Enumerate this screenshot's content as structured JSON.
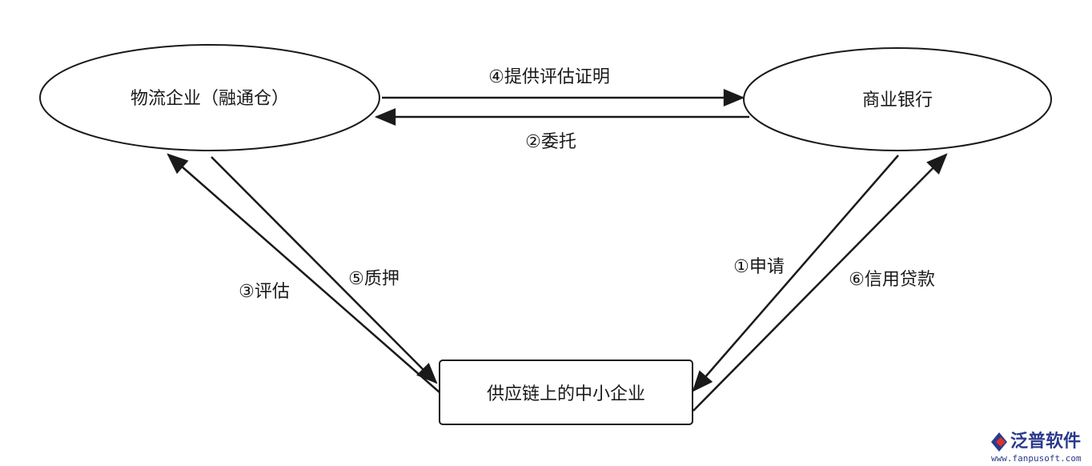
{
  "nodes": {
    "logistics": {
      "label": "物流企业（融通仓）"
    },
    "bank": {
      "label": "商业银行"
    },
    "sme": {
      "label": "供应链上的中小企业"
    }
  },
  "edges": {
    "provide_proof": {
      "label": "④提供评估证明"
    },
    "entrust": {
      "label": "②委托"
    },
    "evaluate": {
      "label": "③评估"
    },
    "pledge": {
      "label": "⑤质押"
    },
    "apply": {
      "label": "①申请"
    },
    "credit_loan": {
      "label": "⑥信用贷款"
    }
  },
  "watermark": {
    "brand": "泛普软件",
    "url": "www.fanpusoft.com"
  },
  "colors": {
    "stroke": "#1a1a1a",
    "background": "#ffffff",
    "brand_blue": "#2b3a8c",
    "brand_red": "#d9342b"
  }
}
